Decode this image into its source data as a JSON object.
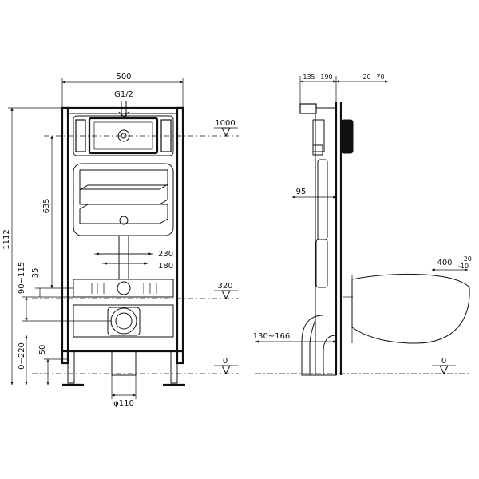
{
  "front_view": {
    "width_label": "500",
    "inlet_label": "G1/2",
    "height_total_label": "1112",
    "level_1000_label": "1000",
    "dim_635_label": "635",
    "dim_35_label": "35",
    "dim_90_115_label": "90~115",
    "dim_230_label": "230",
    "dim_180_label": "180",
    "level_320_label": "320",
    "dim_0_220_label": "0~220",
    "dim_50_label": "50",
    "level_0_label": "0",
    "pipe_label": "φ110"
  },
  "side_view": {
    "dim_135_190_label": "135~190",
    "dim_20_70_label": "20~70",
    "dim_95_label": "95",
    "bowl_400_label": "400",
    "bowl_tol_upper_label": "+20",
    "bowl_tol_lower_label": "-10",
    "dim_130_166_label": "130~166",
    "level_0_label": "0"
  }
}
